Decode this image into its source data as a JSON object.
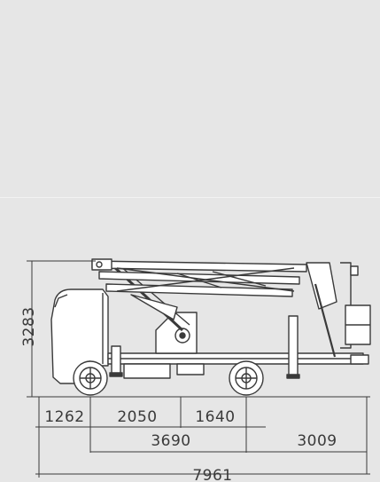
{
  "drawing": {
    "colors": {
      "background": "#e6e6e6",
      "line": "#3a3a3a",
      "body": "#ffffff"
    },
    "dimensions": {
      "height_total": "3283",
      "front_overhang": "1262",
      "segment_a": "2050",
      "segment_b": "1640",
      "wheelbase": "3690",
      "rear_overhang": "3009",
      "length_total": "7961"
    }
  }
}
